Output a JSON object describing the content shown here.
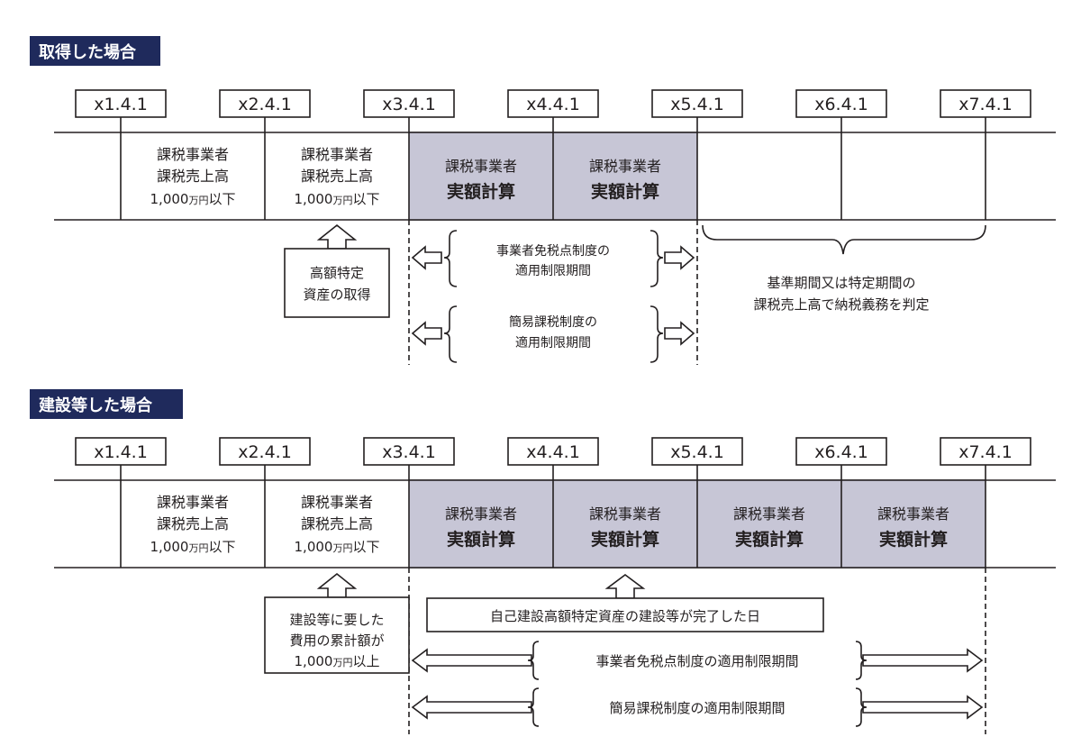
{
  "section1": {
    "header": "取得した場合",
    "dates": [
      "x1.4.1",
      "x2.4.1",
      "x3.4.1",
      "x4.4.1",
      "x5.4.1",
      "x6.4.1",
      "x7.4.1"
    ],
    "cells": [
      {
        "line1": "課税事業者",
        "line2": "課税売上高",
        "line3a": "1,000",
        "line3b": "万円",
        "line3c": "以下"
      },
      {
        "line1": "課税事業者",
        "line2": "課税売上高",
        "line3a": "1,000",
        "line3b": "万円",
        "line3c": "以下"
      },
      {
        "line1": "課税事業者",
        "line2": "実額計算"
      },
      {
        "line1": "課税事業者",
        "line2": "実額計算"
      }
    ],
    "acquire_box": {
      "line1": "高額特定",
      "line2": "資産の取得"
    },
    "period1": {
      "line1": "事業者免税点制度の",
      "line2": "適用制限期間"
    },
    "period2": {
      "line1": "簡易課税制度の",
      "line2": "適用制限期間"
    },
    "judgement": {
      "line1": "基準期間又は特定期間の",
      "line2": "課税売上高で納税義務を判定"
    }
  },
  "section2": {
    "header": "建設等した場合",
    "dates": [
      "x1.4.1",
      "x2.4.1",
      "x3.4.1",
      "x4.4.1",
      "x5.4.1",
      "x6.4.1",
      "x7.4.1"
    ],
    "cells": [
      {
        "line1": "課税事業者",
        "line2": "課税売上高",
        "line3a": "1,000",
        "line3b": "万円",
        "line3c": "以下"
      },
      {
        "line1": "課税事業者",
        "line2": "課税売上高",
        "line3a": "1,000",
        "line3b": "万円",
        "line3c": "以下"
      },
      {
        "line1": "課税事業者",
        "line2": "実額計算"
      },
      {
        "line1": "課税事業者",
        "line2": "実額計算"
      },
      {
        "line1": "課税事業者",
        "line2": "実額計算"
      },
      {
        "line1": "課税事業者",
        "line2": "実額計算"
      }
    ],
    "cost_box": {
      "line1": "建設等に要した",
      "line2": "費用の累計額が",
      "line3a": "1,000",
      "line3b": "万円",
      "line3c": "以上"
    },
    "completion": "自己建設高額特定資産の建設等が完了した日",
    "period1": "事業者免税点制度の適用制限期間",
    "period2": "簡易課税制度の適用制限期間"
  },
  "colors": {
    "header_bg": "#1f2a5c",
    "shaded_cell": "#c7c6d6",
    "line": "#231f20"
  }
}
